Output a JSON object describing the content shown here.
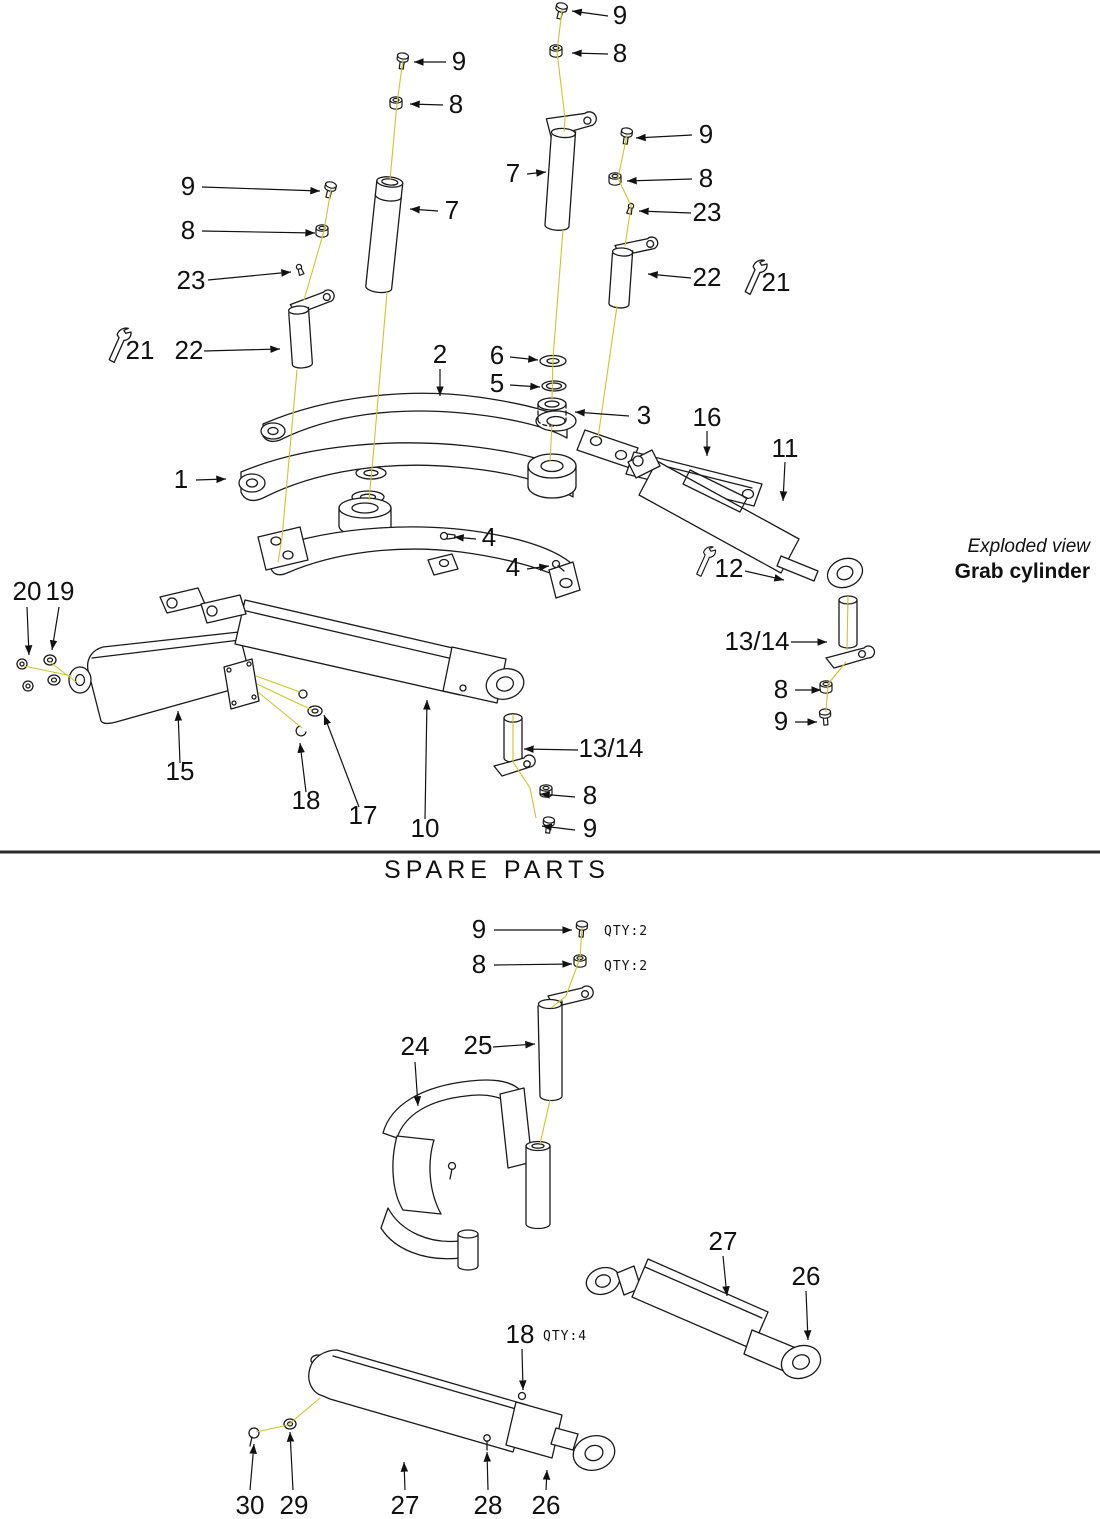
{
  "page": {
    "view_label": "Exploded view",
    "view_title": "Grab cylinder",
    "section_heading": "SPARE PARTS"
  },
  "colors": {
    "line": "#1a1a1a",
    "centerline_yellow": "#cfc429",
    "background": "#ffffff"
  },
  "exploded_callouts": [
    {
      "label": "9"
    },
    {
      "label": "8"
    },
    {
      "label": "9"
    },
    {
      "label": "8"
    },
    {
      "label": "9"
    },
    {
      "label": "8"
    },
    {
      "label": "23"
    },
    {
      "label": "7"
    },
    {
      "label": "7"
    },
    {
      "label": "9"
    },
    {
      "label": "8"
    },
    {
      "label": "23"
    },
    {
      "label": "22"
    },
    {
      "label": "21"
    },
    {
      "label": "21"
    },
    {
      "label": "22"
    },
    {
      "label": "2"
    },
    {
      "label": "6"
    },
    {
      "label": "5"
    },
    {
      "label": "3"
    },
    {
      "label": "16"
    },
    {
      "label": "11"
    },
    {
      "label": "1"
    },
    {
      "label": "4"
    },
    {
      "label": "4"
    },
    {
      "label": "12"
    },
    {
      "label": "20"
    },
    {
      "label": "19"
    },
    {
      "label": "13/14"
    },
    {
      "label": "8"
    },
    {
      "label": "9"
    },
    {
      "label": "15"
    },
    {
      "label": "18"
    },
    {
      "label": "17"
    },
    {
      "label": "10"
    },
    {
      "label": "13/14"
    },
    {
      "label": "8"
    },
    {
      "label": "9"
    }
  ],
  "spare_callouts": [
    {
      "label": "9",
      "qty": "QTY:2"
    },
    {
      "label": "8",
      "qty": "QTY:2"
    },
    {
      "label": "24"
    },
    {
      "label": "25"
    },
    {
      "label": "27"
    },
    {
      "label": "26"
    },
    {
      "label": "18",
      "qty": "QTY:4"
    },
    {
      "label": "30"
    },
    {
      "label": "29"
    },
    {
      "label": "27"
    },
    {
      "label": "28"
    },
    {
      "label": "26"
    }
  ]
}
